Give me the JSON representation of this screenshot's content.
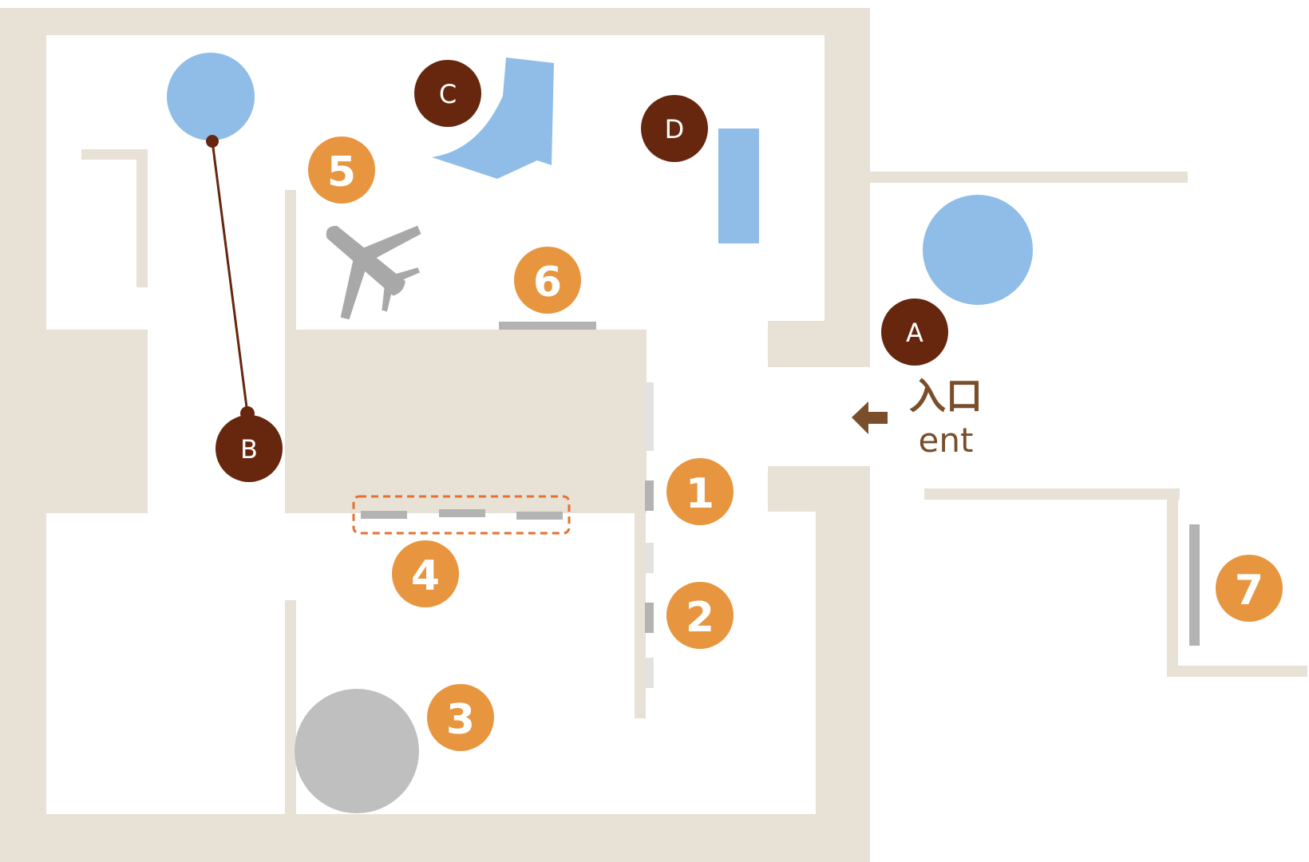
{
  "colors": {
    "wall": "#e8e1d5",
    "spot_fill": "#e8953f",
    "point_fill": "#66270e",
    "blue_feature": "#8fbde8",
    "gray_feature": "#bfbfbf",
    "exhibit_bar": "#b3b3b3",
    "entrance_text": "#7a4e2b",
    "highlight_outline": "#e8702f"
  },
  "entrance": {
    "label_jp": "入口",
    "label_en": "ent",
    "arrow_icon": "left-arrow-icon"
  },
  "spots": [
    {
      "id": "spot-1",
      "label": "1"
    },
    {
      "id": "spot-2",
      "label": "2"
    },
    {
      "id": "spot-3",
      "label": "3"
    },
    {
      "id": "spot-4",
      "label": "4"
    },
    {
      "id": "spot-5",
      "label": "5"
    },
    {
      "id": "spot-6",
      "label": "6"
    },
    {
      "id": "spot-7",
      "label": "7"
    }
  ],
  "points": [
    {
      "id": "point-a",
      "label": "A"
    },
    {
      "id": "point-b",
      "label": "B"
    },
    {
      "id": "point-c",
      "label": "C"
    },
    {
      "id": "point-d",
      "label": "D"
    }
  ],
  "icons": {
    "airplane": "airplane-icon"
  }
}
